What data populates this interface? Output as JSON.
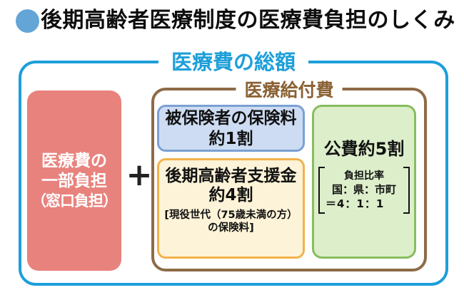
{
  "page_title": "後期高齢者医療制度の医療費負担のしくみ",
  "diagram": {
    "total_label": "医療費の総額",
    "patient_box": {
      "line1": "医療費の",
      "line2": "一部負担",
      "line3": "（窓口負担）"
    },
    "plus_sign": "+",
    "benefit": {
      "label": "医療給付費",
      "premium": {
        "line1": "被保険者の保険料",
        "line2": "約1割"
      },
      "support": {
        "line1": "後期高齢者支援金",
        "line2": "約4割",
        "note1": "[現役世代（75歳未満の方）",
        "note2": "の保険料]"
      },
      "public": {
        "title": "公費約5割",
        "ratio_title": "負担比率",
        "ratio_parties": "国：県：市町",
        "ratio_values": "＝4：1：1"
      }
    }
  },
  "colors": {
    "accent_blue": "#1d9fd9",
    "bullet_blue": "#64a5d8",
    "patient_pink": "#e8827d",
    "benefit_brown_border": "#8d6b47",
    "benefit_brown_text": "#8a6134",
    "premium_fill": "#cddcf2",
    "premium_border": "#7ba0d4",
    "support_fill": "#fdf3d8",
    "support_border": "#f2b24a",
    "public_fill": "#ddeecb",
    "public_border": "#87bd5f"
  }
}
